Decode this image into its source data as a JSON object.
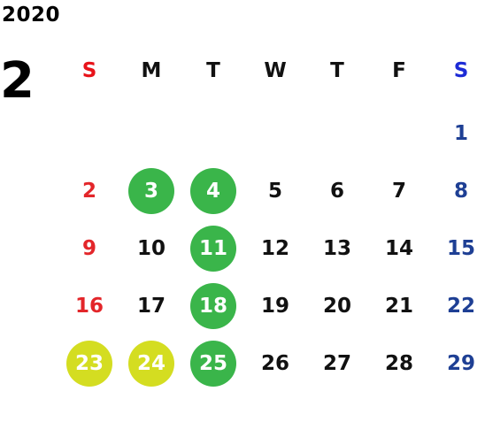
{
  "calendar": {
    "year": "2020",
    "month": "2",
    "weekdays": [
      {
        "label": "S",
        "color": "#e8131a"
      },
      {
        "label": "M",
        "color": "#111111"
      },
      {
        "label": "T",
        "color": "#111111"
      },
      {
        "label": "W",
        "color": "#111111"
      },
      {
        "label": "T",
        "color": "#111111"
      },
      {
        "label": "F",
        "color": "#111111"
      },
      {
        "label": "S",
        "color": "#1d2bd6"
      }
    ],
    "colors": {
      "sunday": "#e3262a",
      "saturday": "#1e3f94",
      "weekday": "#111111",
      "green_highlight": "#3ab54a",
      "yellow_highlight": "#d4dd21",
      "highlight_text": "#ffffff"
    },
    "days": [
      {
        "day": "1",
        "weekday": 6
      },
      {
        "day": "2",
        "weekday": 0
      },
      {
        "day": "3",
        "weekday": 1,
        "highlight": "green"
      },
      {
        "day": "4",
        "weekday": 2,
        "highlight": "green"
      },
      {
        "day": "5",
        "weekday": 3
      },
      {
        "day": "6",
        "weekday": 4
      },
      {
        "day": "7",
        "weekday": 5
      },
      {
        "day": "8",
        "weekday": 6
      },
      {
        "day": "9",
        "weekday": 0
      },
      {
        "day": "10",
        "weekday": 1
      },
      {
        "day": "11",
        "weekday": 2,
        "highlight": "green"
      },
      {
        "day": "12",
        "weekday": 3
      },
      {
        "day": "13",
        "weekday": 4
      },
      {
        "day": "14",
        "weekday": 5
      },
      {
        "day": "15",
        "weekday": 6
      },
      {
        "day": "16",
        "weekday": 0
      },
      {
        "day": "17",
        "weekday": 1
      },
      {
        "day": "18",
        "weekday": 2,
        "highlight": "green"
      },
      {
        "day": "19",
        "weekday": 3
      },
      {
        "day": "20",
        "weekday": 4
      },
      {
        "day": "21",
        "weekday": 5
      },
      {
        "day": "22",
        "weekday": 6
      },
      {
        "day": "23",
        "weekday": 0,
        "highlight": "yellow"
      },
      {
        "day": "24",
        "weekday": 1,
        "highlight": "yellow"
      },
      {
        "day": "25",
        "weekday": 2,
        "highlight": "green"
      },
      {
        "day": "26",
        "weekday": 3
      },
      {
        "day": "27",
        "weekday": 4
      },
      {
        "day": "28",
        "weekday": 5
      },
      {
        "day": "29",
        "weekday": 6
      }
    ]
  }
}
